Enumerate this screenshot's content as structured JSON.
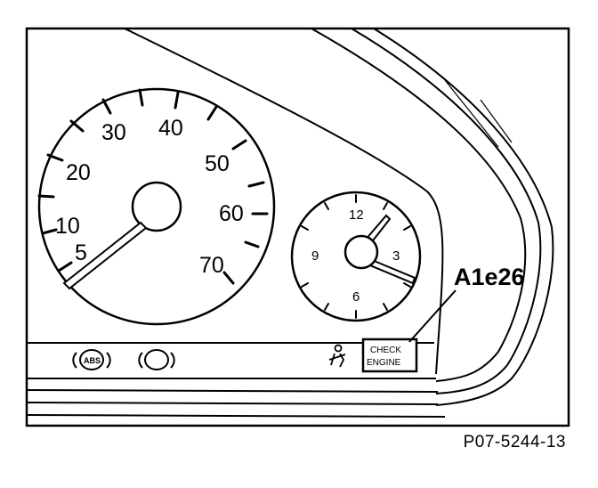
{
  "speedometer": {
    "labels": [
      "5",
      "10",
      "20",
      "30",
      "40",
      "50",
      "60",
      "70"
    ]
  },
  "clock": {
    "labels": [
      "12",
      "3",
      "6",
      "9"
    ]
  },
  "callout": {
    "label": "A1e26"
  },
  "indicators": {
    "abs_label": "ABS",
    "check_engine_line1": "CHECK",
    "check_engine_line2": "ENGINE"
  },
  "figure_id": "P07-5244-13"
}
